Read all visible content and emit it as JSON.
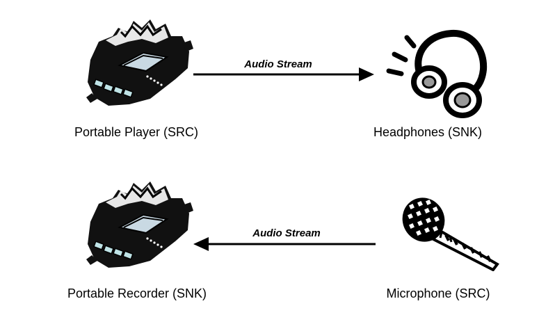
{
  "diagram": {
    "nodes": [
      {
        "id": "player",
        "label": "Portable Player (SRC)",
        "icon": "cd-player-icon"
      },
      {
        "id": "headphones",
        "label": "Headphones (SNK)",
        "icon": "headphones-icon"
      },
      {
        "id": "recorder",
        "label": "Portable Recorder (SNK)",
        "icon": "cd-player-icon"
      },
      {
        "id": "microphone",
        "label": "Microphone (SRC)",
        "icon": "microphone-icon"
      }
    ],
    "edges": [
      {
        "from": "player",
        "to": "headphones",
        "label": "Audio Stream"
      },
      {
        "from": "microphone",
        "to": "recorder",
        "label": "Audio Stream"
      }
    ]
  }
}
